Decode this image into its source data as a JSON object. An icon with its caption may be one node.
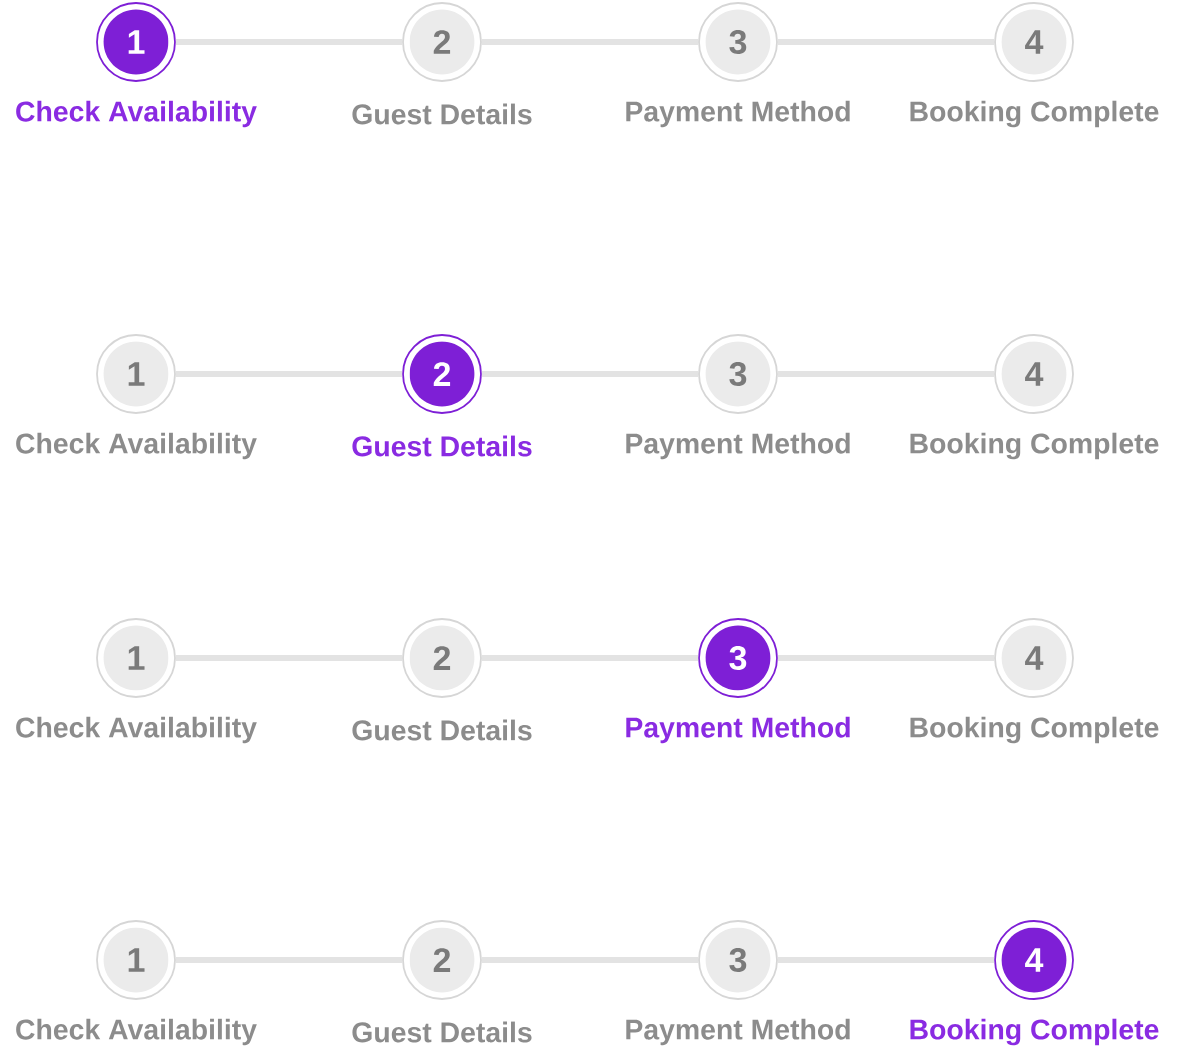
{
  "diagram": {
    "nodes": [
      {
        "text": [
          "1"
        ],
        "beside": [
          "Check Availability"
        ]
      },
      {
        "text": [
          "2"
        ],
        "beside": [
          "Guest Details"
        ]
      },
      {
        "text": [
          "3"
        ],
        "beside": [
          "Payment Method"
        ]
      },
      {
        "text": [
          "4"
        ],
        "beside": [
          "Booking Complete"
        ]
      },
      {
        "text": [
          "1"
        ],
        "beside": [
          "Check Availability"
        ]
      },
      {
        "text": [
          "2"
        ],
        "beside": [
          "Guest Details"
        ]
      },
      {
        "text": [
          "3"
        ],
        "beside": [
          "Payment Method"
        ]
      },
      {
        "text": [
          "4"
        ],
        "beside": [
          "Booking Complete"
        ]
      },
      {
        "text": [
          "1"
        ],
        "beside": [
          "Check Availability"
        ]
      },
      {
        "text": [
          "2"
        ],
        "beside": [
          "Guest Details"
        ]
      },
      {
        "text": [
          "3"
        ],
        "beside": [
          "Payment Method"
        ]
      },
      {
        "text": [
          "4"
        ],
        "beside": [
          "Booking Complete"
        ]
      },
      {
        "text": [
          "1"
        ],
        "beside": [
          "Check Availability"
        ]
      },
      {
        "text": [
          "2"
        ],
        "beside": [
          "Guest Details"
        ]
      },
      {
        "text": [
          "3"
        ],
        "beside": [
          "Payment Method"
        ]
      },
      {
        "text": [
          "4"
        ],
        "beside": [
          "Booking Complete"
        ]
      }
    ],
    "edges": [
      {
        "from": 0,
        "to": 1,
        "arrow": "none"
      },
      {
        "from": 1,
        "to": 2,
        "arrow": "none"
      },
      {
        "from": 2,
        "to": 3,
        "arrow": "none"
      },
      {
        "from": 4,
        "to": 5,
        "arrow": "none"
      },
      {
        "from": 5,
        "to": 6,
        "arrow": "none"
      },
      {
        "from": 6,
        "to": 7,
        "arrow": "none"
      },
      {
        "from": 8,
        "to": 9,
        "arrow": "none"
      },
      {
        "from": 9,
        "to": 10,
        "arrow": "none"
      },
      {
        "from": 10,
        "to": 11,
        "arrow": "none"
      },
      {
        "from": 12,
        "to": 13,
        "arrow": "none"
      },
      {
        "from": 13,
        "to": 14,
        "arrow": "none"
      },
      {
        "from": 14,
        "to": 15,
        "arrow": "none"
      }
    ]
  }
}
